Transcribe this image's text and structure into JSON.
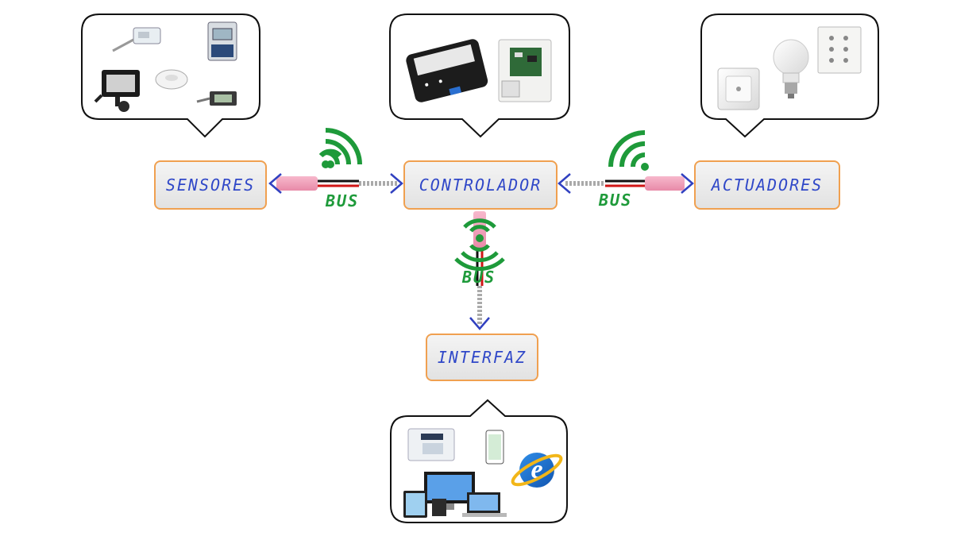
{
  "nodes": {
    "sensors": "SENSORES",
    "controller": "CONTROLADOR",
    "actuators": "ACTUADORES",
    "interface": "INTERFAZ"
  },
  "connections": {
    "sensors_bus": "BUS",
    "actuators_bus": "BUS",
    "interface_bus": "BUS"
  },
  "colors": {
    "box_border": "#f0a050",
    "box_text": "#3048c8",
    "bus_text": "#1e9a3a",
    "wifi": "#1e9a3a",
    "arrow": "#3040c0"
  },
  "icons": [
    "wifi-icon",
    "sensor-devices-image",
    "controller-devices-image",
    "actuator-devices-image",
    "interface-devices-image"
  ]
}
